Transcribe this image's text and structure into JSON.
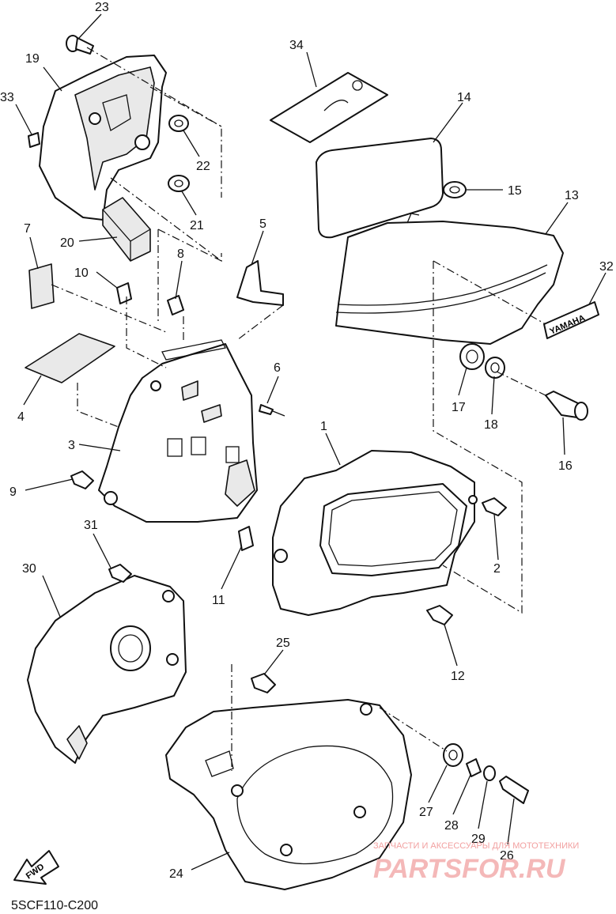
{
  "callouts": [
    "1",
    "2",
    "3",
    "4",
    "5",
    "6",
    "7",
    "8",
    "9",
    "10",
    "11",
    "12",
    "13",
    "14",
    "15",
    "16",
    "17",
    "18",
    "19",
    "20",
    "21",
    "22",
    "23",
    "24",
    "25",
    "26",
    "27",
    "28",
    "29",
    "30",
    "31",
    "32",
    "33",
    "34"
  ],
  "decal_text": "YAMAHA",
  "fwd_text": "FWD",
  "diagram_code": "5SCF110-C200",
  "watermark": {
    "line1": "ЗАПЧАСТИ И АКСЕССУАРЫ ДЛЯ МОТОТЕХНИКИ",
    "line2": "PARTSFOR.RU"
  }
}
